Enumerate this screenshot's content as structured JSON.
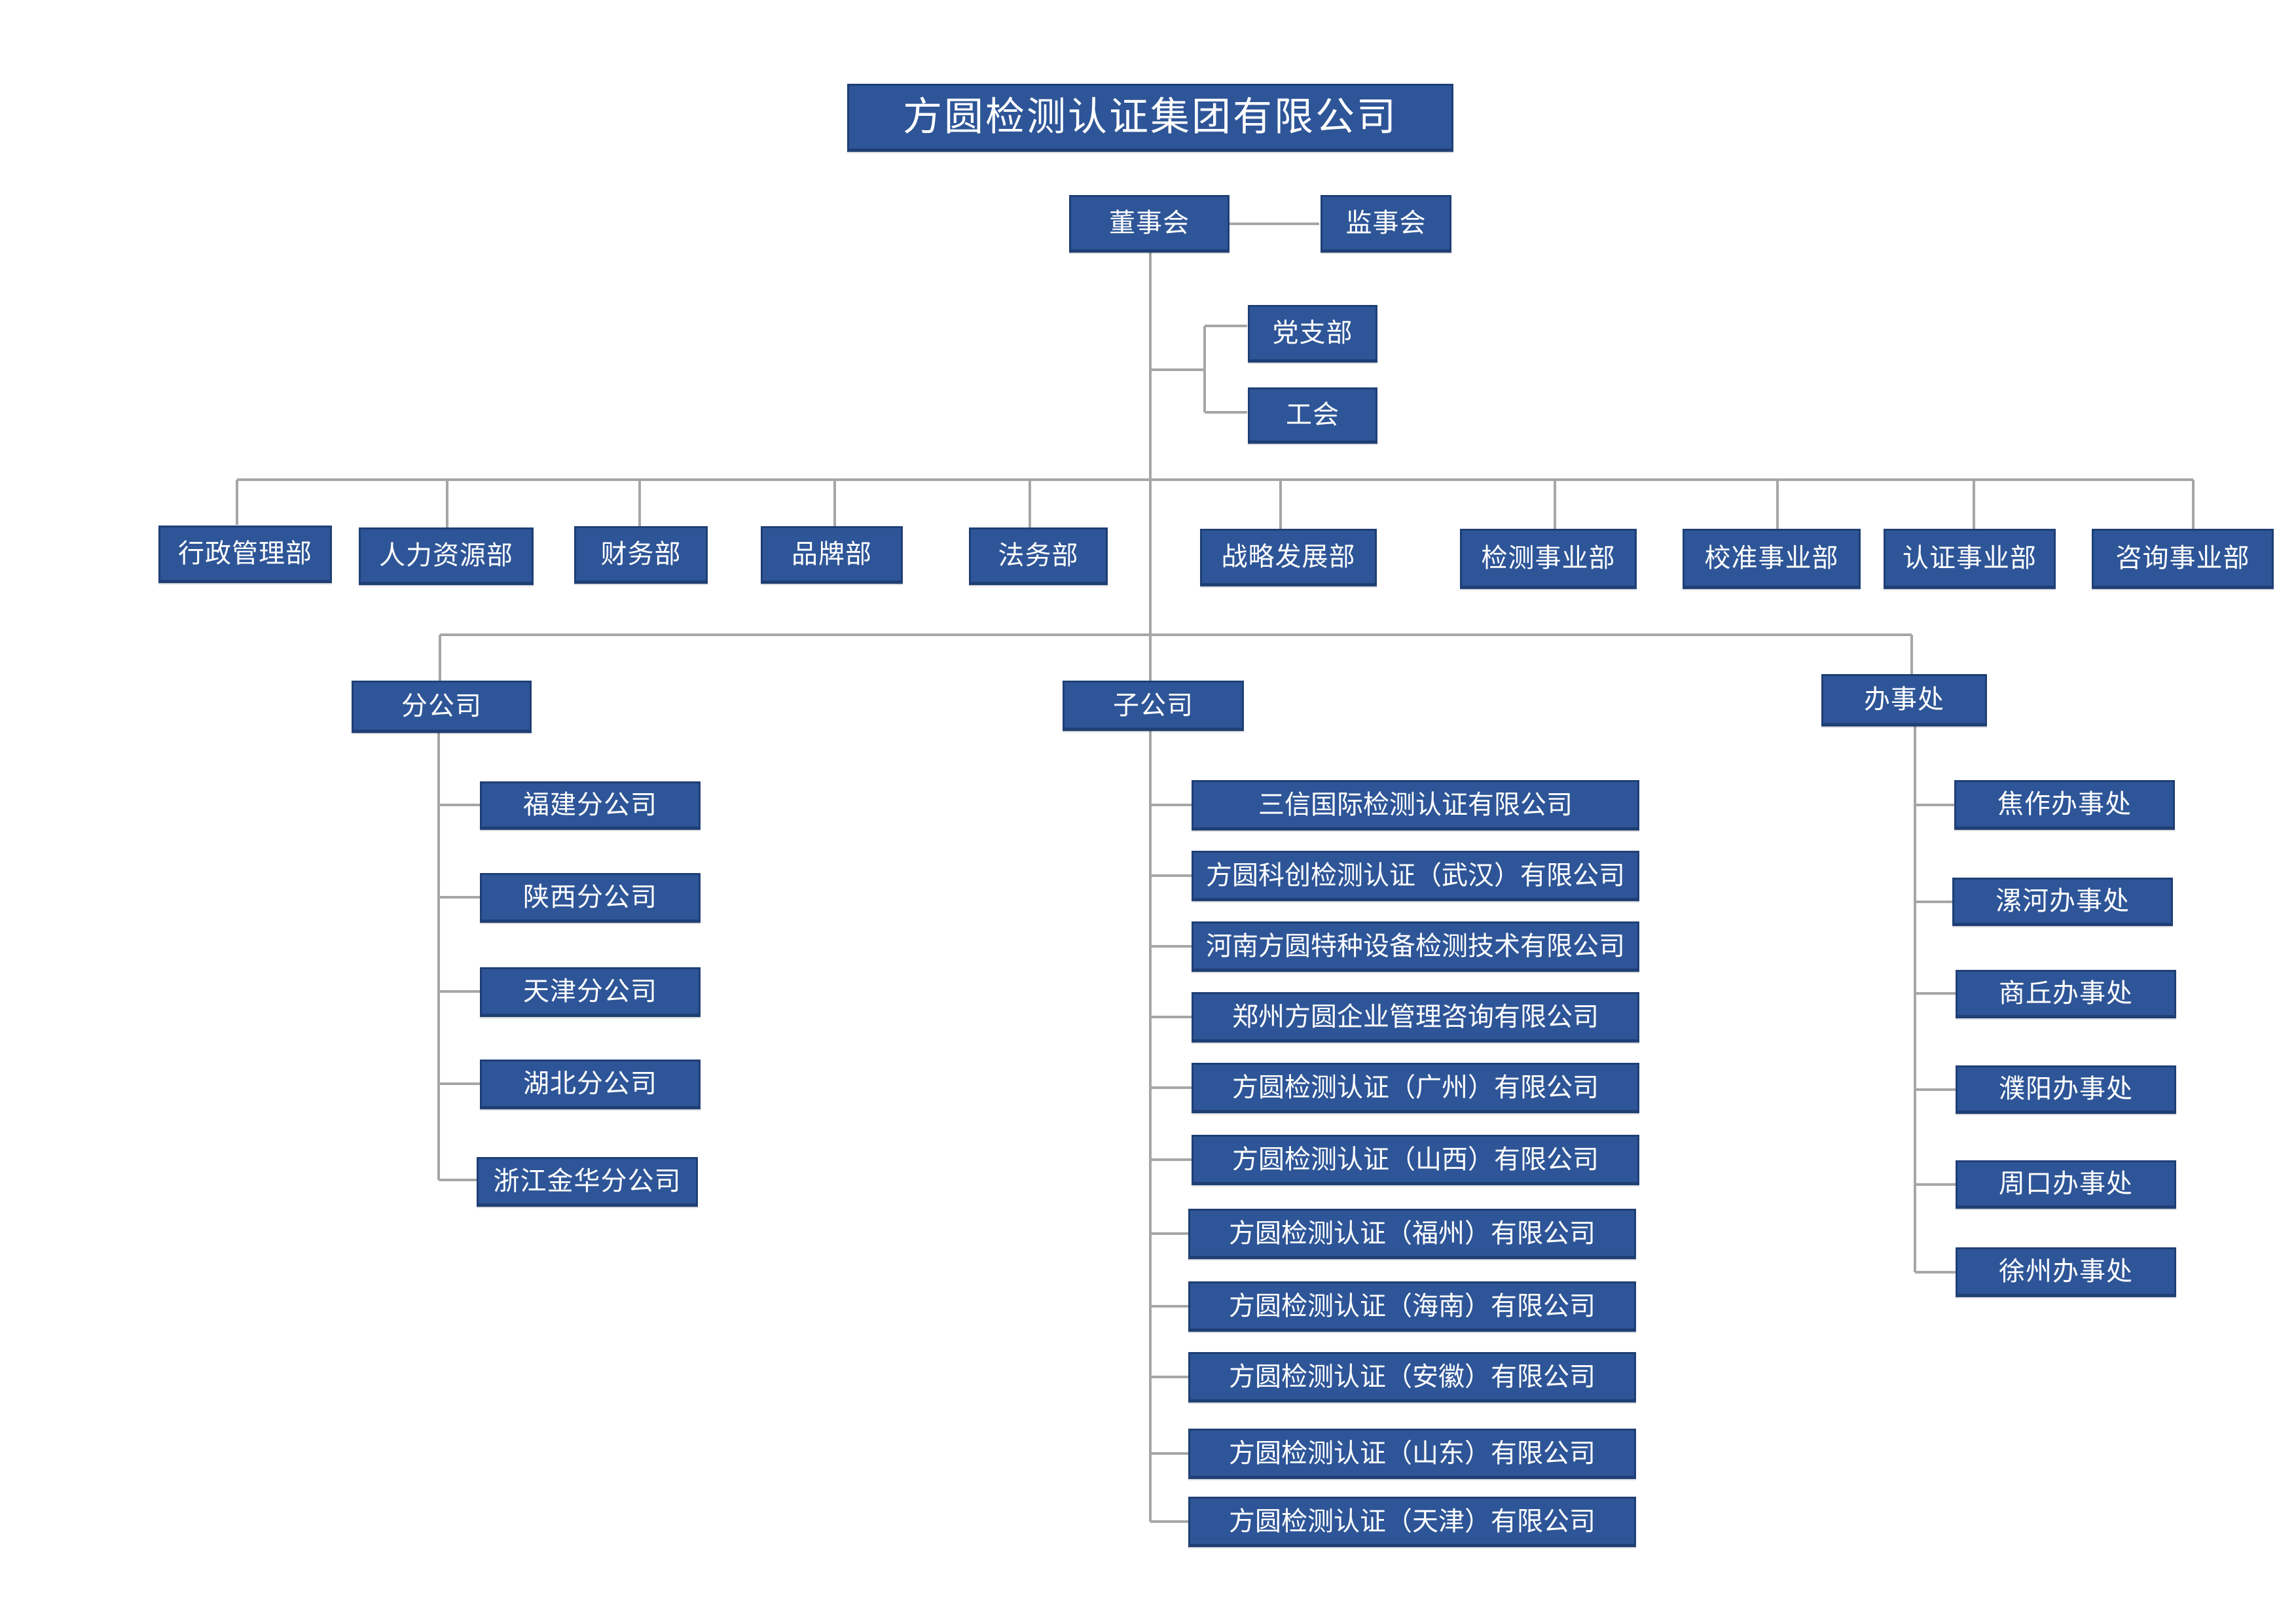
{
  "org_chart": {
    "company": "方圆检测认证集团有限公司",
    "board": "董事会",
    "supervisory_board": "监事会",
    "party_branch": "党支部",
    "labor_union": "工会",
    "departments": [
      "行政管理部",
      "人力资源部",
      "财务部",
      "品牌部",
      "法务部",
      "战略发展部",
      "检测事业部",
      "校准事业部",
      "认证事业部",
      "咨询事业部"
    ],
    "branches": {
      "label": "分公司",
      "items": [
        "福建分公司",
        "陕西分公司",
        "天津分公司",
        "湖北分公司",
        "浙江金华分公司"
      ]
    },
    "subsidiaries": {
      "label": "子公司",
      "items": [
        "三信国际检测认证有限公司",
        "方圆科创检测认证（武汉）有限公司",
        "河南方圆特种设备检测技术有限公司",
        "郑州方圆企业管理咨询有限公司",
        "方圆检测认证（广州）有限公司",
        "方圆检测认证（山西）有限公司",
        "方圆检测认证（福州）有限公司",
        "方圆检测认证（海南）有限公司",
        "方圆检测认证（安徽）有限公司",
        "方圆检测认证（山东）有限公司",
        "方圆检测认证（天津）有限公司"
      ]
    },
    "offices": {
      "label": "办事处",
      "items": [
        "焦作办事处",
        "漯河办事处",
        "商丘办事处",
        "濮阳办事处",
        "周口办事处",
        "徐州办事处"
      ]
    }
  },
  "colors": {
    "node_fill": "#2e5597",
    "node_border": "#1f3f75",
    "node_text": "#ffffff",
    "connector": "#a6a6a6"
  }
}
